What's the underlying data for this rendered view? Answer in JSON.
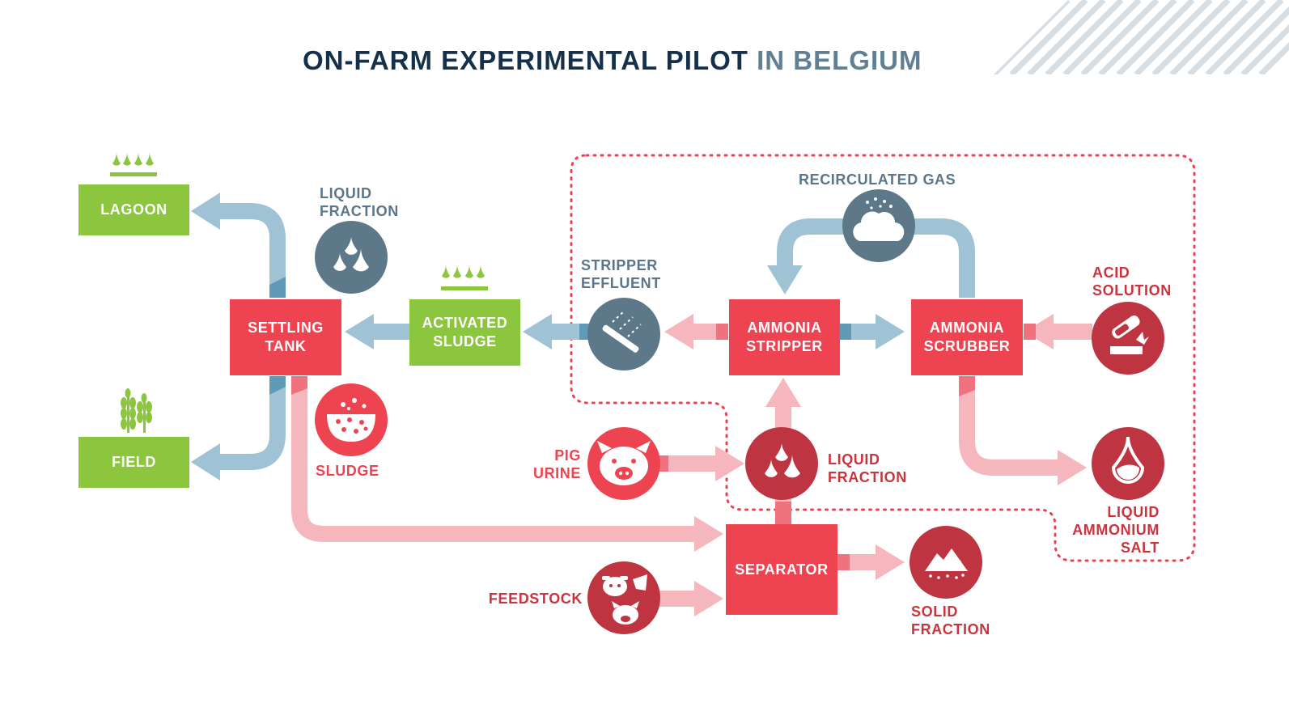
{
  "title": {
    "main": "ON-FARM EXPERIMENTAL PILOT",
    "accent": "IN BELGIUM"
  },
  "boxes": {
    "lagoon": "LAGOON",
    "field": "FIELD",
    "settling_tank": "SETTLING\nTANK",
    "activated_sludge": "ACTIVATED\nSLUDGE",
    "ammonia_stripper": "AMMONIA\nSTRIPPER",
    "ammonia_scrubber": "AMMONIA\nSCRUBBER",
    "separator": "SEPARATOR"
  },
  "labels": {
    "liquid_fraction_top": "LIQUID\nFRACTION",
    "sludge": "SLUDGE",
    "stripper_effluent": "STRIPPER\nEFFLUENT",
    "recirculated_gas": "RECIRCULATED GAS",
    "acid_solution": "ACID\nSOLUTION",
    "pig_urine": "PIG\nURINE",
    "liquid_fraction_mid": "LIQUID\nFRACTION",
    "liquid_ammonium_salt": "LIQUID\nAMMONIUM\nSALT",
    "feedstock": "FEEDSTOCK",
    "solid_fraction": "SOLID\nFRACTION"
  },
  "icons": [
    "liquid-drops-icon",
    "sludge-bowl-icon",
    "stripper-effluent-icon",
    "gas-cloud-icon",
    "acid-flask-icon",
    "pig-icon",
    "liquid-drops-icon",
    "ammonium-drop-icon",
    "livestock-icon",
    "solid-pile-icon",
    "lagoon-drops-icon",
    "wheat-icon",
    "activated-drops-icon"
  ],
  "colors": {
    "green": "#8cc63f",
    "red": "#ee4452",
    "dark_red": "#be3440",
    "slate": "#5d7888",
    "blue_flow": "#9fc2d5",
    "pink_flow": "#f6b6bd",
    "title_dark": "#14304a"
  }
}
